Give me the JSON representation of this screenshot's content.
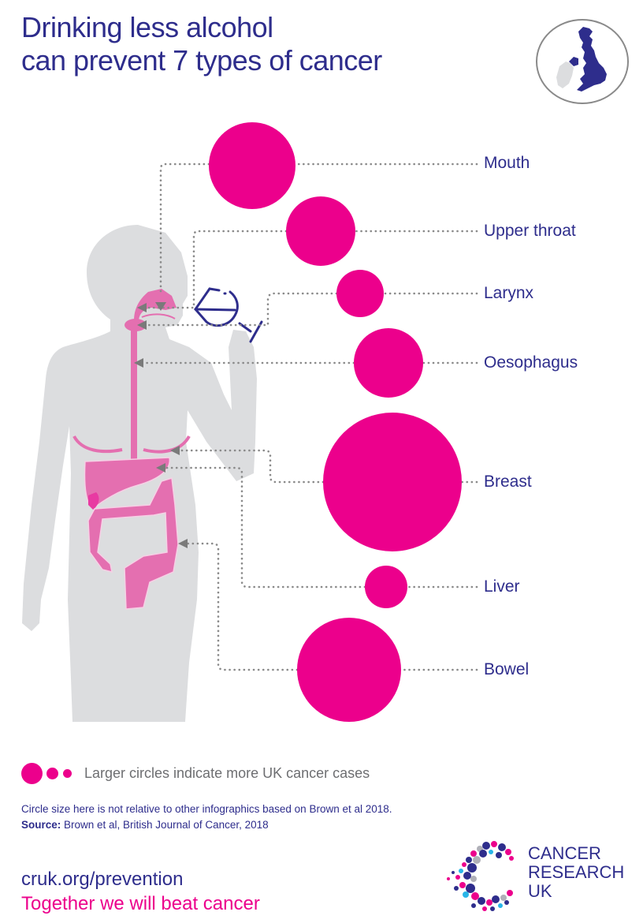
{
  "header": {
    "title_line1": "Drinking less alcohol",
    "title_line2": "can prevent 7 types of cancer",
    "badge_icon": "uk-map-icon"
  },
  "colors": {
    "brand_navy": "#2e2d8c",
    "brand_pink": "#ec008c",
    "organ_pink": "#e46fb0",
    "body_grey": "#dcdddf",
    "connector_grey": "#8a8a8a"
  },
  "chart_data": {
    "type": "bubble",
    "title": "Drinking less alcohol can prevent 7 types of cancer",
    "note": "Larger circles indicate more UK cancer cases (relative sizes, radii in px as drawn)",
    "categories": [
      "Mouth",
      "Upper throat",
      "Larynx",
      "Oesophagus",
      "Breast",
      "Liver",
      "Bowel"
    ],
    "values": [
      55,
      44,
      30,
      44,
      88,
      27,
      66
    ],
    "value_meaning": "circle radius (px), proportional to relative number of UK cancer cases",
    "legend": "Larger circles indicate more UK cancer cases"
  },
  "cancers": [
    {
      "label": "Mouth"
    },
    {
      "label": "Upper throat"
    },
    {
      "label": "Larynx"
    },
    {
      "label": "Oesophagus"
    },
    {
      "label": "Breast"
    },
    {
      "label": "Liver"
    },
    {
      "label": "Bowel"
    }
  ],
  "legend": {
    "text": "Larger circles indicate more UK cancer cases"
  },
  "notes": {
    "line1": "Circle size here is not relative to other infographics based on Brown et al 2018.",
    "source_label": "Source:",
    "source_text": " Brown et al, British Journal of Cancer, 2018"
  },
  "footer": {
    "url": "cruk.org/prevention",
    "tagline": "Together we will beat cancer",
    "logo_line1": "CANCER",
    "logo_line2": "RESEARCH",
    "logo_line3": "UK"
  }
}
